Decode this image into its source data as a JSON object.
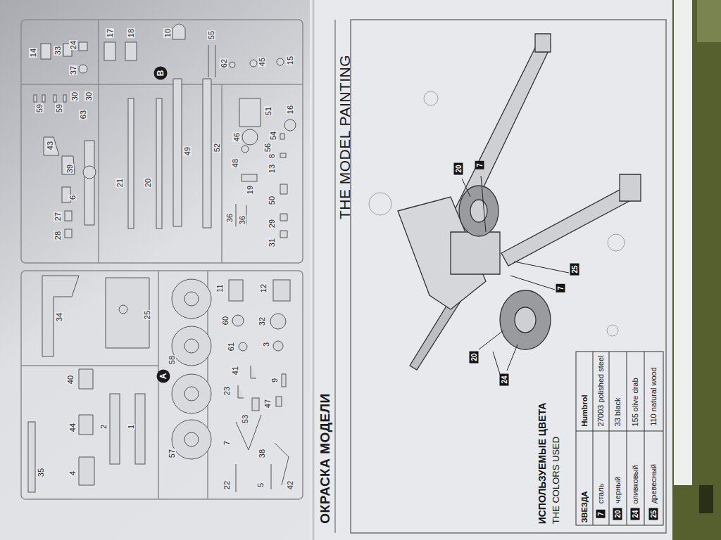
{
  "diagram": {
    "title": "ОКРАСКА МОДЕЛИ",
    "labels": [
      "14",
      "33",
      "17",
      "18",
      "24",
      "37",
      "10",
      "B",
      "55",
      "62",
      "45",
      "15",
      "59",
      "59",
      "30",
      "30",
      "63",
      "43",
      "39",
      "6",
      "27",
      "28",
      "21",
      "20",
      "49",
      "52",
      "51",
      "56",
      "16",
      "46",
      "48",
      "54",
      "8",
      "13",
      "19",
      "50",
      "36",
      "36",
      "29",
      "31",
      "35",
      "4",
      "44",
      "40",
      "2",
      "1",
      "34",
      "25",
      "A",
      "58",
      "57",
      "60",
      "61",
      "32",
      "3",
      "11",
      "12",
      "23",
      "41",
      "53",
      "47",
      "9",
      "7",
      "22",
      "5",
      "38",
      "42",
      "THE MODEL PAINTING",
      "20",
      "7",
      "25",
      "7",
      "20",
      "24",
      "ИСПОЛЬЗУЕМЫЕ ЦВЕТА",
      "THE COLORS USED",
      "ЗВЕЗДА",
      "Humbrol",
      "7",
      "сталь",
      "27003 polished steel",
      "20",
      "черный",
      "33 black",
      "24",
      "оливковый",
      "155 olive drab",
      "25",
      "древесный",
      "110 natural wood"
    ]
  }
}
